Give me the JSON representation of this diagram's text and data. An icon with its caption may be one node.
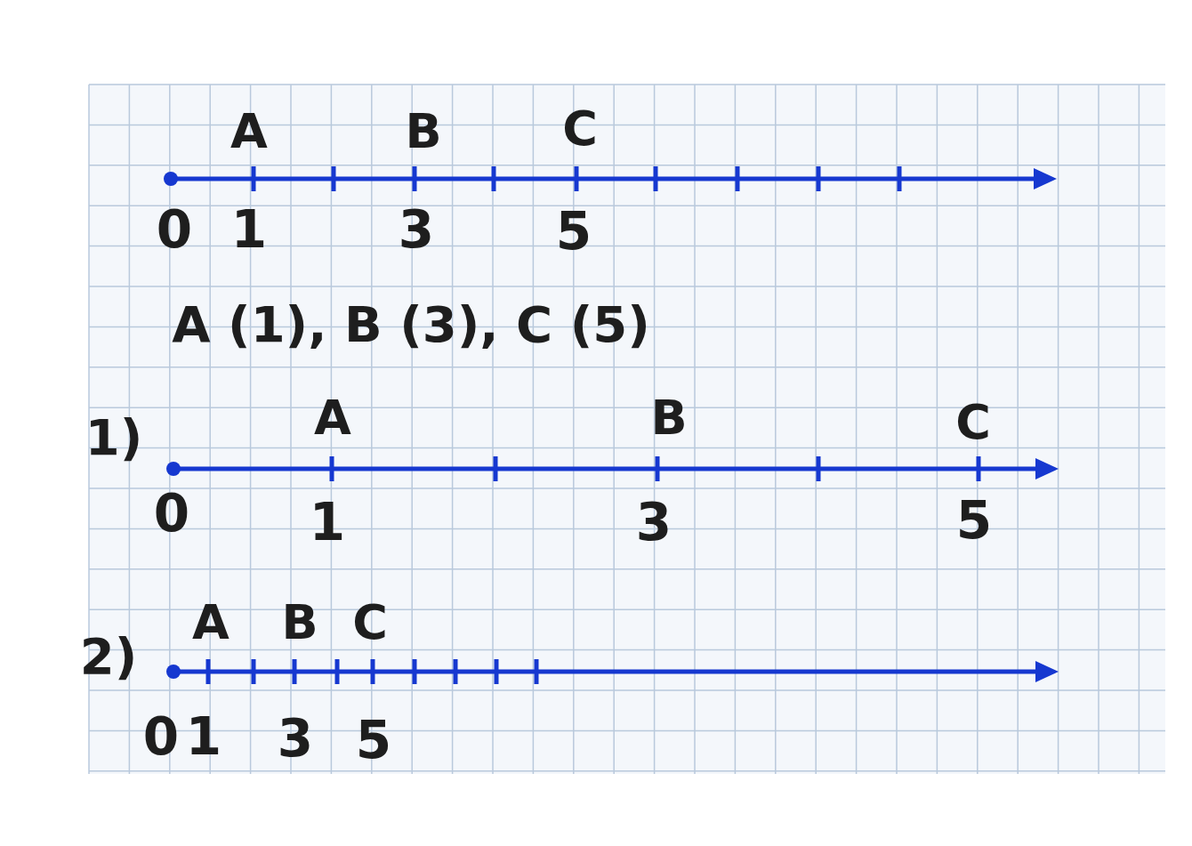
{
  "diagram": {
    "labels": [
      "A",
      "B",
      "C",
      "0",
      "1",
      "3",
      "5",
      "A (1), B (3), C (5)",
      "1)",
      "A",
      "B",
      "C",
      "0",
      "1",
      "3",
      "5",
      "2)",
      "A",
      "B",
      "C",
      "0",
      "1",
      "3",
      "5"
    ]
  }
}
